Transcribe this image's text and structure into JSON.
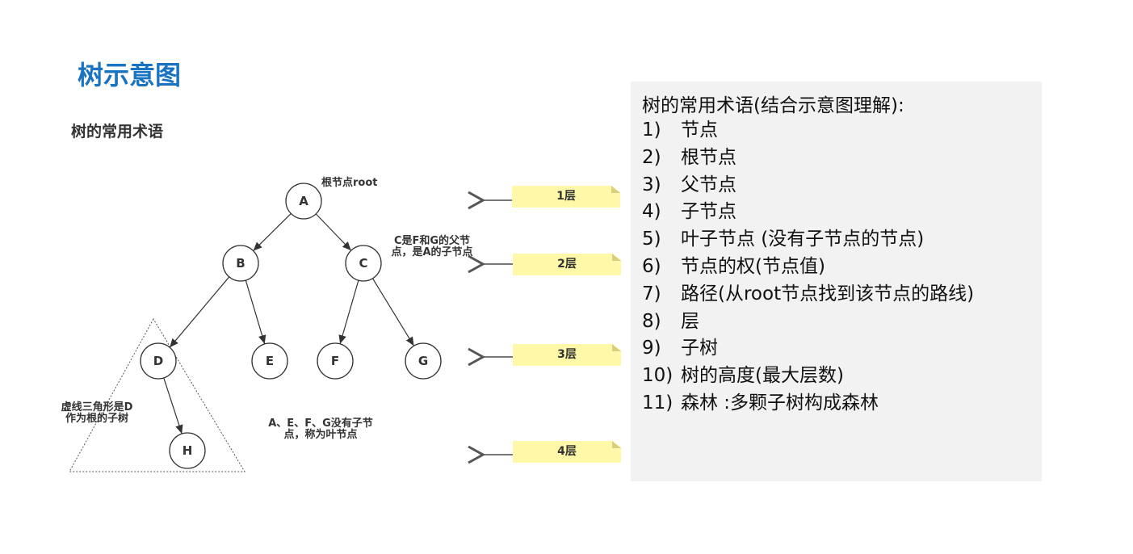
{
  "title": "树示意图",
  "subtitle": "树的常用术语",
  "tree": {
    "nodes": [
      "A",
      "B",
      "C",
      "D",
      "E",
      "F",
      "G",
      "H"
    ],
    "annotations": {
      "root": "根节点root",
      "parent": "C是F和G的父节点，是A的子节点",
      "subtree": "虚线三角形是D作为根的子树",
      "leaves": "A、E、F、G没有子节点，称为叶节点"
    },
    "levels": [
      "1层",
      "2层",
      "3层",
      "4层"
    ]
  },
  "panel": {
    "heading": "树的常用术语(结合示意图理解):",
    "items": [
      {
        "n": "1)",
        "t": "节点"
      },
      {
        "n": "2)",
        "t": "根节点"
      },
      {
        "n": "3)",
        "t": "父节点"
      },
      {
        "n": "4)",
        "t": "子节点"
      },
      {
        "n": "5)",
        "t": "叶子节点 (没有子节点的节点)"
      },
      {
        "n": "6)",
        "t": "节点的权(节点值)"
      },
      {
        "n": "7)",
        "t": "路径(从root节点找到该节点的路线)"
      },
      {
        "n": "8)",
        "t": "层"
      },
      {
        "n": "9)",
        "t": "子树"
      },
      {
        "n": "10)",
        "t": "树的高度(最大层数)"
      },
      {
        "n": "11)",
        "t": "森林 :多颗子树构成森林"
      }
    ]
  }
}
